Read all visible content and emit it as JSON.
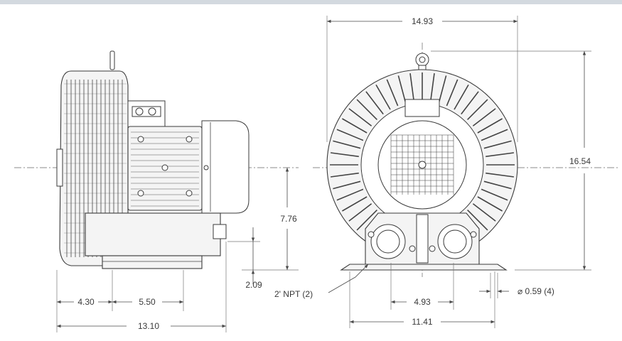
{
  "dimensions": {
    "top_width": "14.93",
    "height": "16.54",
    "center_height": "7.76",
    "foot_height": "2.09",
    "side_4_30": "4.30",
    "side_5_50": "5.50",
    "side_total": "13.10",
    "hole_spacing": "4.93",
    "base_width": "11.41",
    "npt_label": "2' NPT (2)",
    "hole_dia": "⌀ 0.59 (4)"
  },
  "colors": {
    "line": "#3a3a3a",
    "dimension": "#4a4a4a",
    "background": "#ffffff"
  }
}
